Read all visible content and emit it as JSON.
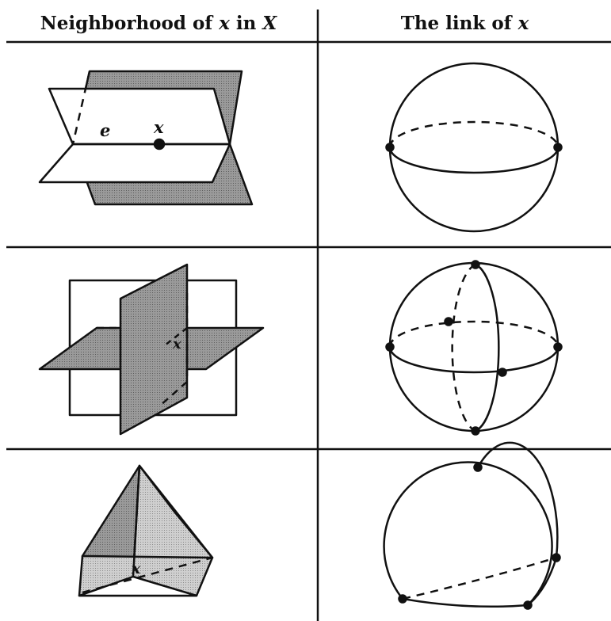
{
  "headers": {
    "left": {
      "text": "Neighborhood of ",
      "var1": "x",
      "mid": " in ",
      "var2": "X"
    },
    "right": {
      "text": "The link of ",
      "var1": "x"
    }
  },
  "rows": [
    {
      "labels": {
        "e": "e",
        "x": "x"
      }
    },
    {
      "labels": {
        "x": "x"
      }
    },
    {
      "labels": {
        "x": "x"
      }
    }
  ],
  "colors": {
    "shade_dark": "#8c8c8c",
    "shade_light": "#c6c6c6",
    "line": "#111111"
  }
}
